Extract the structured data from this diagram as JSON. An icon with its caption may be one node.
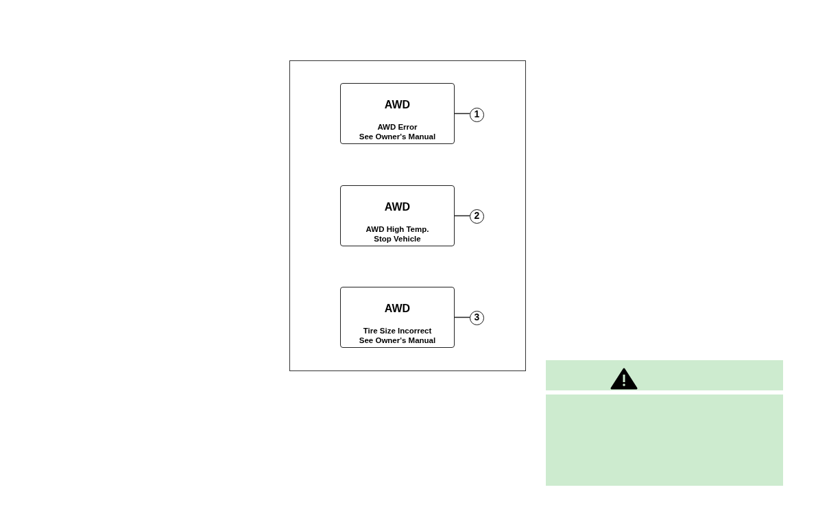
{
  "diagram": {
    "nodes": [
      {
        "text": [],
        "shape": "box"
      },
      {
        "text": [
          "AWD",
          "AWD Error",
          "See Owner's Manual"
        ],
        "in": 0
      },
      {
        "text": [
          "1"
        ],
        "in": 0
      },
      {
        "text": [
          "AWD",
          "AWD High Temp.",
          "Stop Vehicle"
        ],
        "in": 0
      },
      {
        "text": [
          "2"
        ],
        "in": 0
      },
      {
        "text": [
          "AWD",
          "Tire Size Incorrect",
          "See Owner's Manual"
        ],
        "in": 0
      },
      {
        "text": [
          "3"
        ],
        "in": 0
      }
    ],
    "edges": [
      {
        "from": 1,
        "to": 2,
        "arrow": "none"
      },
      {
        "from": 3,
        "to": 4,
        "arrow": "none"
      },
      {
        "from": 5,
        "to": 6,
        "arrow": "none"
      }
    ]
  }
}
